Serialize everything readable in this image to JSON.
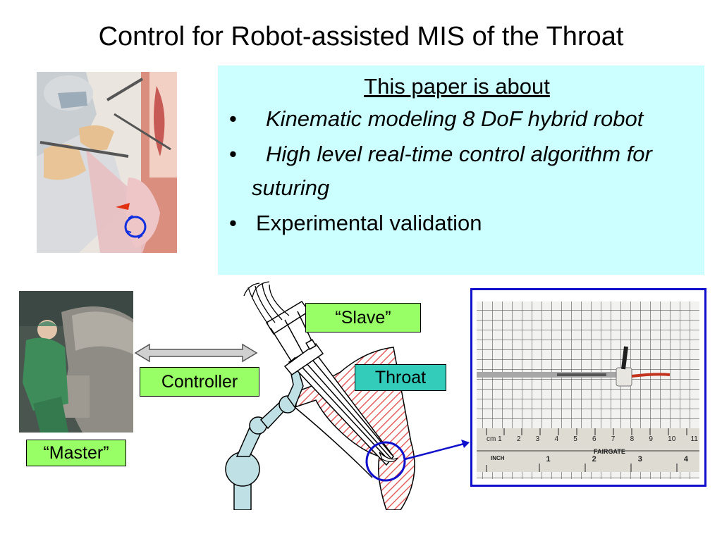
{
  "slide": {
    "title": "Control for Robot-assisted MIS of the Throat"
  },
  "summary": {
    "heading": "This paper is about",
    "items": [
      {
        "text": "Kinematic modeling 8 DoF hybrid robot",
        "style": "italic"
      },
      {
        "text": "High level real-time control algorithm for suturing",
        "style": "italic"
      },
      {
        "text": "Experimental validation",
        "style": "plain"
      }
    ]
  },
  "labels": {
    "slave": "“Slave”",
    "master": "“Master”",
    "controller": "Controller",
    "throat": "Throat"
  },
  "ruler": {
    "brand": "FAIRGATE",
    "cm_numbers": [
      "cm 1",
      "2",
      "3",
      "4",
      "5",
      "6",
      "7",
      "8",
      "9",
      "10",
      "11"
    ],
    "inch_numbers": [
      "INCH",
      "1",
      "2",
      "3",
      "4"
    ]
  },
  "colors": {
    "summary_bg": "#ccffff",
    "label_green": "#99ff66",
    "label_teal": "#33ccbb",
    "link_blue": "#1010cc",
    "robot_arm": "#bfe0e4"
  },
  "icons": {
    "double_arrow": "double-headed-arrow-icon",
    "callout_circle": "callout-circle-icon"
  }
}
